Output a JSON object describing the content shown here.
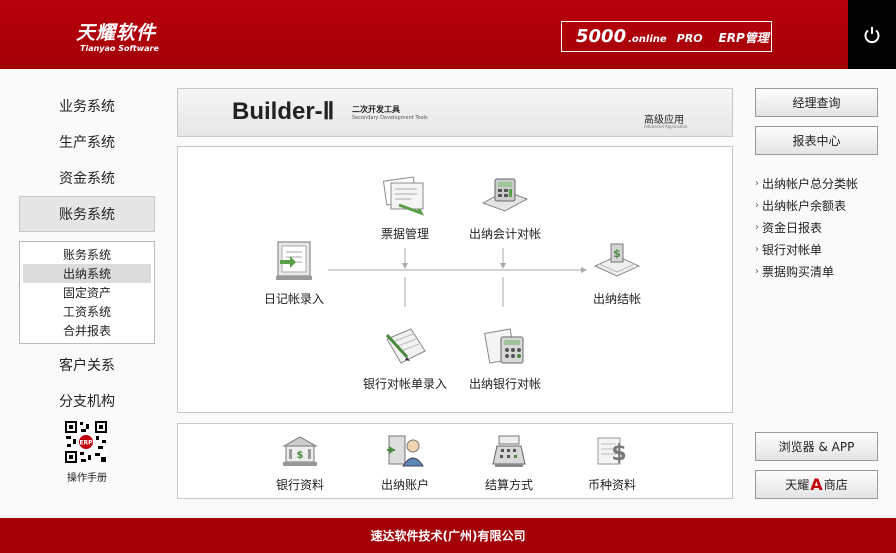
{
  "header": {
    "logo_cn": "天耀软件",
    "logo_en": "Tianyao Software",
    "product_num": "5000",
    "product_online": ".online",
    "product_pro": "PRO",
    "product_erp": "ERP管理"
  },
  "nav": {
    "items": [
      "业务系统",
      "生产系统",
      "资金系统",
      "账务系统",
      "客户关系",
      "分支机构"
    ],
    "sub_items": [
      "账务系统",
      "出纳系统",
      "固定资产",
      "工资系统",
      "合并报表"
    ],
    "qr_label": "操作手册"
  },
  "builder": {
    "title": "Builder-Ⅱ",
    "tool_cn": "二次开发工具",
    "tool_en": "Secondary Development Tools",
    "adv_cn": "高级应用",
    "adv_en": "Advanced Application"
  },
  "flow": {
    "nodes": {
      "ticket": "票据管理",
      "cashier_acc_check": "出纳会计对帐",
      "journal_entry": "日记帐录入",
      "cashier_close": "出纳结帐",
      "bank_stmt_entry": "银行对帐单录入",
      "cashier_bank_check": "出纳银行对帐"
    }
  },
  "tools": [
    "银行资料",
    "出纳账户",
    "结算方式",
    "币种资料"
  ],
  "right": {
    "btn_manager": "经理查询",
    "btn_reports": "报表中心",
    "links": [
      "出纳帐户总分类帐",
      "出纳帐户余额表",
      "资金日报表",
      "银行对帐单",
      "票据购买清单"
    ],
    "btn_browser": "浏览器 & APP",
    "shop_left": "天耀",
    "shop_a": "A",
    "shop_right": "商店"
  },
  "footer": {
    "text": "速达软件技术(广州)有限公司"
  },
  "colors": {
    "brand_red": "#a40008",
    "header_black": "#000000"
  }
}
